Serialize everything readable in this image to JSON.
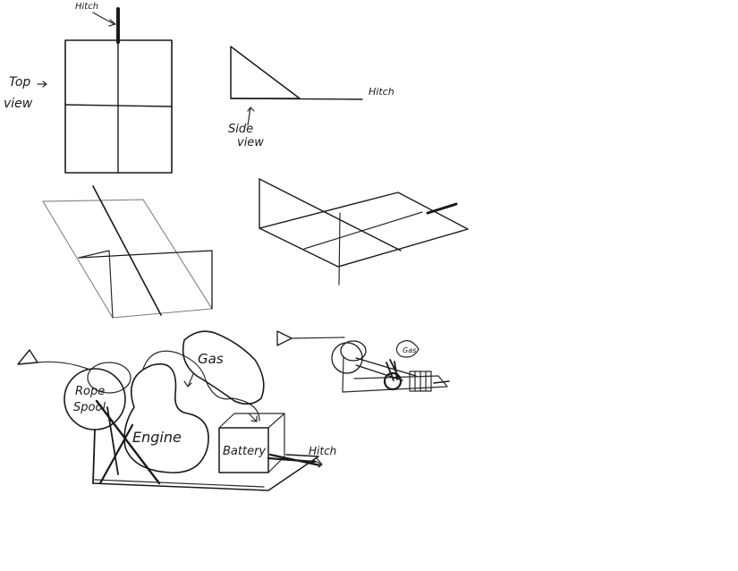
{
  "labels": {
    "hitch_top": "Hitch",
    "top_view_line1": "Top",
    "top_view_line2": "view",
    "side_view_hitch": "Hitch",
    "side_view_line1": "Side",
    "side_view_line2": "view",
    "rope_spool_line1": "Rope",
    "rope_spool_line2": "Spool",
    "engine": "Engine",
    "gas": "Gas",
    "battery": "Battery",
    "hitch_bottom": "Hitch",
    "gas_small": "Gas"
  },
  "colors": {
    "ink": "#1a1a1a",
    "paper": "#ffffff"
  }
}
